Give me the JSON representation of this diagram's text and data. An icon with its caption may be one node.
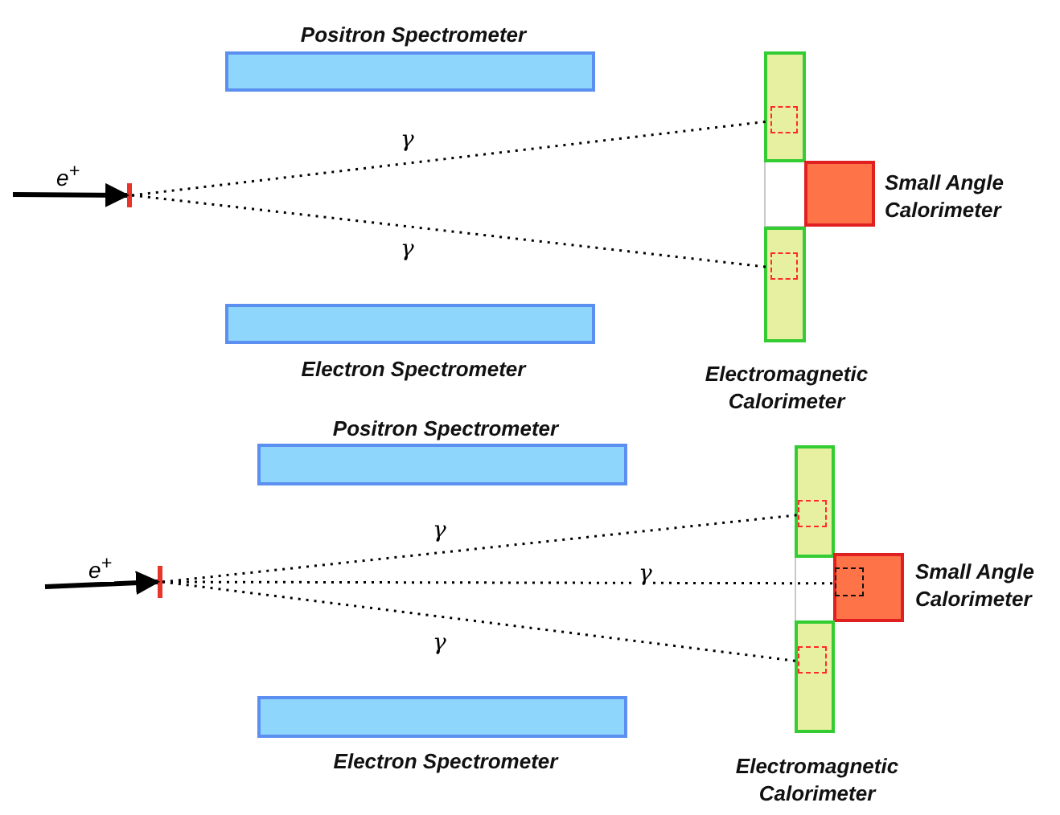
{
  "diagram": {
    "nodes": [
      {
        "text": [
          "Positron Spectrometer"
        ]
      },
      {
        "text": [],
        "shape": "box"
      },
      {
        "text": [],
        "shape": "box",
        "in": 1
      },
      {
        "text": [],
        "shape": "bar"
      },
      {
        "text": [
          "Small Angle Calorimeter"
        ]
      },
      {
        "text": [
          "Electromagnetic Calorimeter"
        ]
      },
      {
        "text": [],
        "shape": "box",
        "in": 5
      },
      {
        "text": [
          "Electron Spectrometer"
        ]
      },
      {
        "text": [
          "Positron Spectrometer"
        ]
      },
      {
        "text": [],
        "shape": "box"
      },
      {
        "text": [],
        "shape": "box",
        "in": 9
      },
      {
        "text": [],
        "shape": "bar"
      },
      {
        "text": [
          "Small Angle Calorimeter"
        ]
      },
      {
        "text": [],
        "shape": "box",
        "in": 12
      },
      {
        "text": [
          "Electromagnetic Calorimeter"
        ]
      },
      {
        "text": [],
        "shape": "box",
        "in": 14
      },
      {
        "text": [
          "Electron Spectrometer"
        ]
      }
    ],
    "edges": [
      {
        "from": null,
        "to": 3,
        "arrow": "to",
        "label": "e$^{+}$",
        "style": "thick"
      },
      {
        "from": 3,
        "to": 2,
        "arrow": "none",
        "label": "γ",
        "style": "dashed"
      },
      {
        "from": 3,
        "to": 6,
        "arrow": "none",
        "label": "γ",
        "style": "dashed"
      },
      {
        "from": null,
        "to": 11,
        "arrow": "to",
        "label": "e$^{+}$",
        "style": "thick"
      },
      {
        "from": 11,
        "to": 10,
        "arrow": "none",
        "label": "γ",
        "style": "dashed"
      },
      {
        "from": 11,
        "to": 13,
        "arrow": "none",
        "label": "γ",
        "style": "dashed"
      },
      {
        "from": 11,
        "to": 15,
        "arrow": "none",
        "label": "γ",
        "style": "dashed"
      }
    ]
  }
}
